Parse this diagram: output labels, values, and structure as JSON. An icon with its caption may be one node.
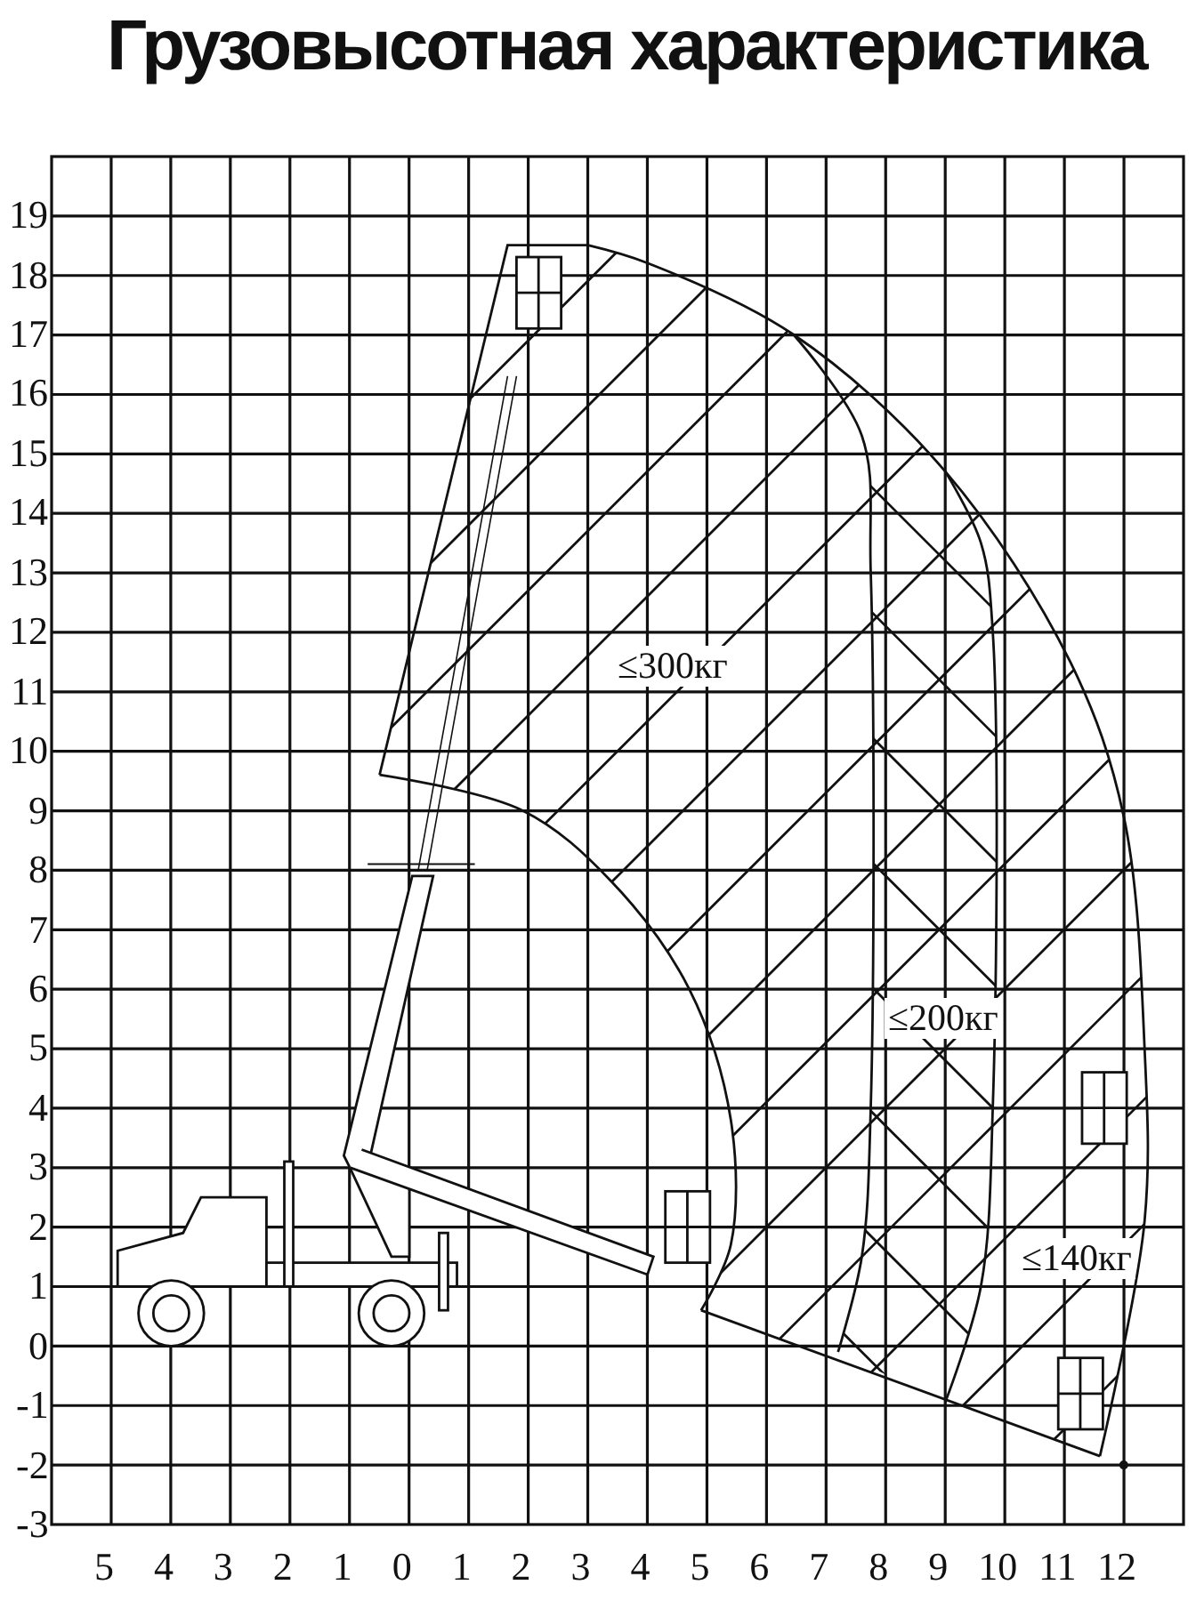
{
  "diagram": {
    "title": "Грузовысотная характеристика",
    "labels": [
      "19",
      "18",
      "17",
      "16",
      "15",
      "14",
      "13",
      "12",
      "11",
      "10",
      "9",
      "8",
      "7",
      "6",
      "5",
      "4",
      "3",
      "2",
      "1",
      "0",
      "-1",
      "-2",
      "-3",
      "≤300кг",
      "≤200кг",
      "≤140кг",
      "5",
      "4",
      "3",
      "2",
      "1",
      "0",
      "1",
      "2",
      "3",
      "4",
      "5",
      "6",
      "7",
      "8",
      "9",
      "10",
      "11",
      "12"
    ]
  }
}
